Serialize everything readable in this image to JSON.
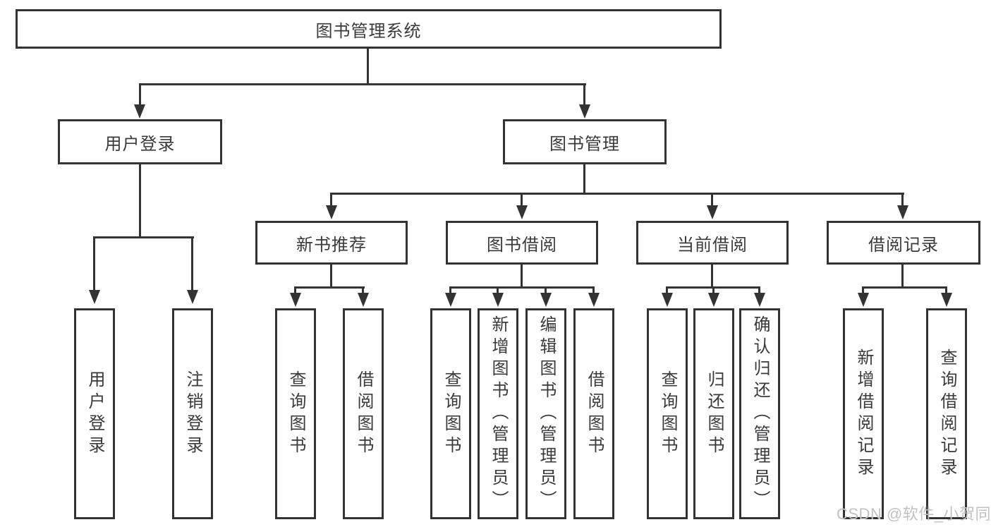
{
  "diagram_type": "hierarchy-tree",
  "colors": {
    "line": "#333333",
    "box_border": "#333333",
    "box_background": "#ffffff",
    "text": "#3a3a3c",
    "watermark": "#c1c1c1",
    "page_background": "#ffffff"
  },
  "watermark": {
    "text": "CSDN @软件_小贺同学"
  },
  "tree": {
    "root": {
      "label": "图书管理系统",
      "children": [
        {
          "label": "用户登录",
          "children": [
            {
              "label": "用户登录"
            },
            {
              "label": "注销登录"
            }
          ]
        },
        {
          "label": "图书管理",
          "children": [
            {
              "label": "新书推荐",
              "children": [
                {
                  "label": "查询图书"
                },
                {
                  "label": "借阅图书"
                }
              ]
            },
            {
              "label": "图书借阅",
              "children": [
                {
                  "label": "查询图书"
                },
                {
                  "label": "新增图书（管理员）"
                },
                {
                  "label": "编辑图书（管理员）"
                },
                {
                  "label": "借阅图书"
                }
              ]
            },
            {
              "label": "当前借阅",
              "children": [
                {
                  "label": "查询图书"
                },
                {
                  "label": "归还图书"
                },
                {
                  "label": "确认归还（管理员）"
                }
              ]
            },
            {
              "label": "借阅记录",
              "children": [
                {
                  "label": "新增借阅记录"
                },
                {
                  "label": "查询借阅记录"
                }
              ]
            }
          ]
        }
      ]
    }
  }
}
